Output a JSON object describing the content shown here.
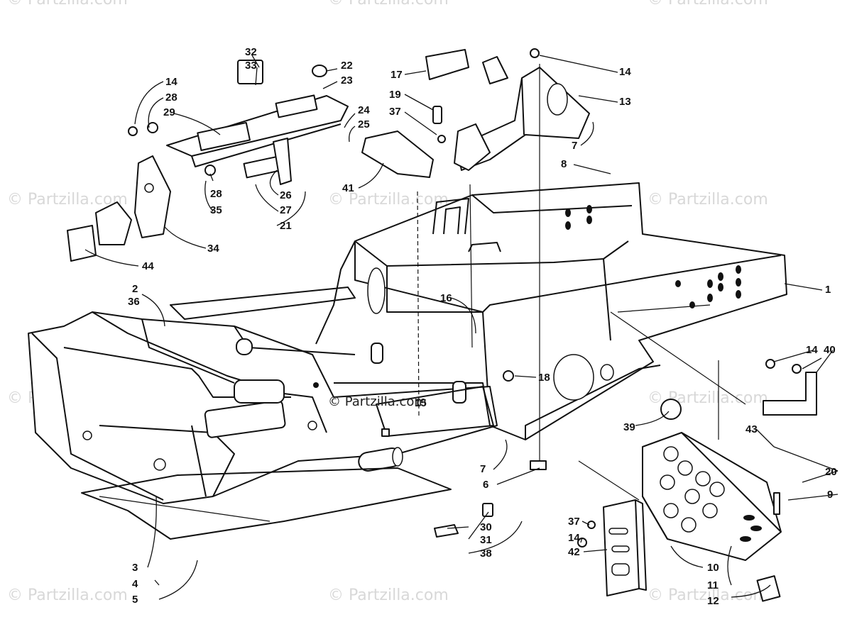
{
  "watermark": "© Partzilla.com",
  "center_watermark": "© Partzilla.com",
  "callouts": [
    {
      "id": "c32",
      "label": "32"
    },
    {
      "id": "c33",
      "label": "33"
    },
    {
      "id": "c22",
      "label": "22"
    },
    {
      "id": "c23",
      "label": "23"
    },
    {
      "id": "c14a",
      "label": "14"
    },
    {
      "id": "c28a",
      "label": "28"
    },
    {
      "id": "c29",
      "label": "29"
    },
    {
      "id": "c24",
      "label": "24"
    },
    {
      "id": "c25",
      "label": "25"
    },
    {
      "id": "c28b",
      "label": "28"
    },
    {
      "id": "c35",
      "label": "35"
    },
    {
      "id": "c26",
      "label": "26"
    },
    {
      "id": "c27",
      "label": "27"
    },
    {
      "id": "c21",
      "label": "21"
    },
    {
      "id": "c34",
      "label": "34"
    },
    {
      "id": "c44",
      "label": "44"
    },
    {
      "id": "c2",
      "label": "2"
    },
    {
      "id": "c36",
      "label": "36"
    },
    {
      "id": "c17",
      "label": "17"
    },
    {
      "id": "c19",
      "label": "19"
    },
    {
      "id": "c37a",
      "label": "37"
    },
    {
      "id": "c41",
      "label": "41"
    },
    {
      "id": "c14b",
      "label": "14"
    },
    {
      "id": "c13",
      "label": "13"
    },
    {
      "id": "c7a",
      "label": "7"
    },
    {
      "id": "c8",
      "label": "8"
    },
    {
      "id": "c1",
      "label": "1"
    },
    {
      "id": "c16",
      "label": "16"
    },
    {
      "id": "c18",
      "label": "18"
    },
    {
      "id": "c15",
      "label": "15"
    },
    {
      "id": "c14c",
      "label": "14"
    },
    {
      "id": "c40",
      "label": "40"
    },
    {
      "id": "c39",
      "label": "39"
    },
    {
      "id": "c43",
      "label": "43"
    },
    {
      "id": "c20",
      "label": "20"
    },
    {
      "id": "c9",
      "label": "9"
    },
    {
      "id": "c7b",
      "label": "7"
    },
    {
      "id": "c6",
      "label": "6"
    },
    {
      "id": "c30",
      "label": "30"
    },
    {
      "id": "c31",
      "label": "31"
    },
    {
      "id": "c38",
      "label": "38"
    },
    {
      "id": "c37b",
      "label": "37"
    },
    {
      "id": "c14d",
      "label": "14"
    },
    {
      "id": "c42",
      "label": "42"
    },
    {
      "id": "c10",
      "label": "10"
    },
    {
      "id": "c11",
      "label": "11"
    },
    {
      "id": "c12",
      "label": "12"
    },
    {
      "id": "c3",
      "label": "3"
    },
    {
      "id": "c4",
      "label": "4"
    },
    {
      "id": "c5",
      "label": "5"
    }
  ]
}
